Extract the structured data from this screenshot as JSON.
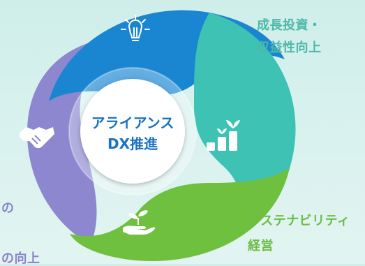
{
  "center": {
    "line1": "アライアンス",
    "line2": "DX推進"
  },
  "labels": {
    "growth_line1": "成長投資・",
    "growth_line2": "収益性向上",
    "sustain_line1": "サステナビリティ",
    "sustain_line2": "経営",
    "left_partial_1": "の",
    "left_partial_2": "の向上"
  },
  "segments": [
    {
      "name": "growth",
      "color": "#1a86d2",
      "icon": "lightbulb-icon"
    },
    {
      "name": "finance",
      "color": "#3dc2b4",
      "icon": "coins-icon"
    },
    {
      "name": "sustainability",
      "color": "#6ec03e",
      "icon": "plant-in-hand-icon"
    },
    {
      "name": "partnership",
      "color": "#8c87cf",
      "icon": "handshake-icon"
    }
  ],
  "colors": {
    "blue": "#1a86d2",
    "teal": "#3dc2b4",
    "green": "#6ec03e",
    "purple": "#8c87cf",
    "center_text": "#1a73c2"
  }
}
